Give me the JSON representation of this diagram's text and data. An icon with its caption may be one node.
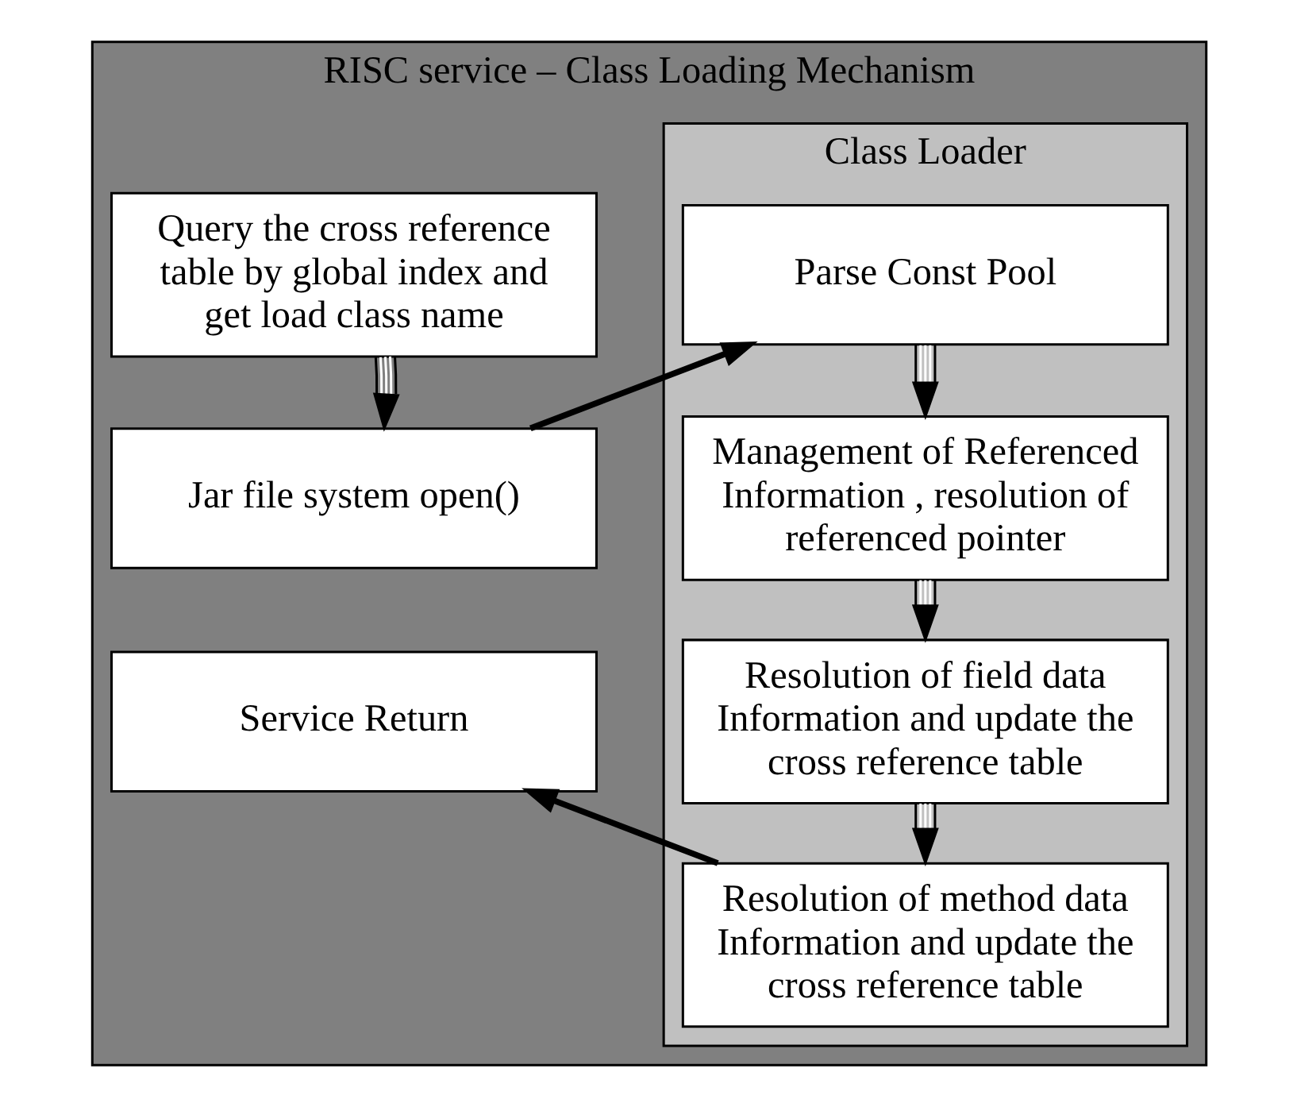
{
  "diagram": {
    "nodes": [
      {
        "text": [
          "RISC service – Class Loading Mechanism"
        ]
      },
      {
        "text": [
          "Query the cross reference table by global index and get load class name"
        ],
        "in": 0
      },
      {
        "text": [
          "Jar file system open()"
        ],
        "in": 0
      },
      {
        "text": [
          "Service Return"
        ],
        "in": 0
      },
      {
        "text": [
          "Class Loader"
        ],
        "in": 0
      },
      {
        "text": [
          "Parse Const Pool"
        ],
        "in": 4
      },
      {
        "text": [
          "Management of Referenced Information , resolution of referenced pointer"
        ],
        "in": 4
      },
      {
        "text": [
          "Resolution of field data Information and update the cross reference table"
        ],
        "in": 4
      },
      {
        "text": [
          "Resolution of method data Information and update the cross reference table"
        ],
        "in": 4
      }
    ],
    "edges": [
      {
        "from": 1,
        "to": 2,
        "arrow": "to"
      },
      {
        "from": 2,
        "to": 5,
        "arrow": "to",
        "style": "thick",
        "color": "#000000"
      },
      {
        "from": 5,
        "to": 6,
        "arrow": "to"
      },
      {
        "from": 6,
        "to": 7,
        "arrow": "to"
      },
      {
        "from": 7,
        "to": 8,
        "arrow": "to"
      },
      {
        "from": 8,
        "to": 3,
        "arrow": "to",
        "style": "thick",
        "color": "#000000"
      }
    ]
  }
}
